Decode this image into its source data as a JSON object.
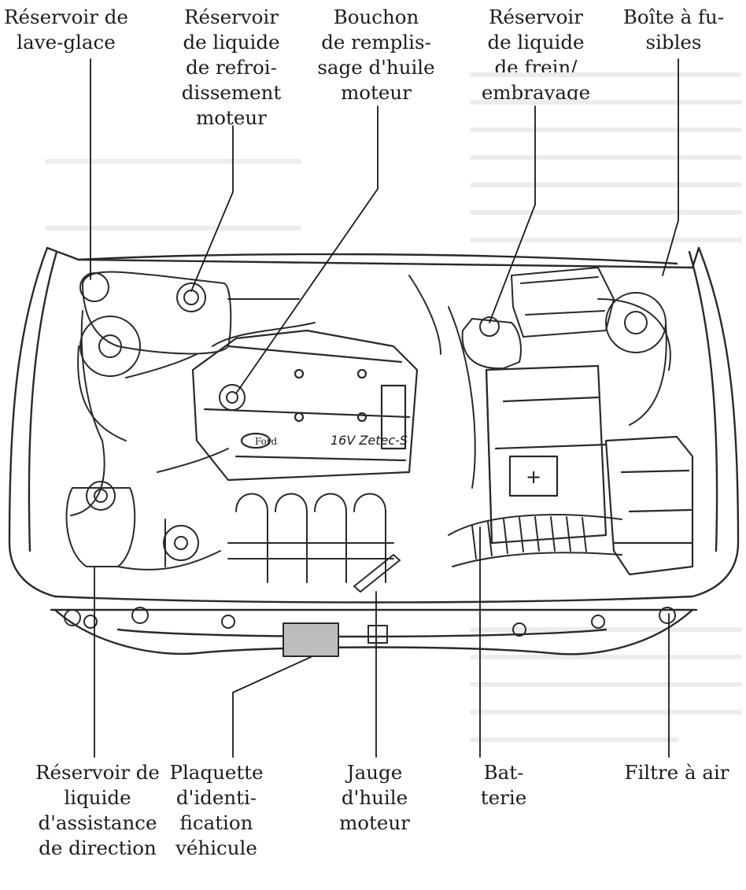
{
  "colors": {
    "ink": "#1c1c1c",
    "line": "#2a2a2a",
    "ghost_text": "#e6e6e6",
    "plate_fill": "#bdbdbd"
  },
  "labels": {
    "washer_reservoir": "Réservoir de\nlave-glace",
    "coolant_reservoir": "Réservoir\nde liquide\nde refroi-\ndissement\nmoteur",
    "oil_filler_cap": "Bouchon\nde remplis-\nsage d'huile\nmoteur",
    "brake_fluid_reservoir": "Réservoir\nde liquide\nde frein/\nembrayage",
    "fuse_box": "Boîte à fu-\nsibles",
    "power_steering_reservoir": "Réservoir de\nliquide\nd'assistance\nde direction",
    "vin_plate": "Plaquette\nd'identi-\nfication\nvéhicule",
    "oil_dipstick": "Jauge\nd'huile\nmoteur",
    "battery": "Bat-\nterie",
    "air_filter": "Filtre à air"
  },
  "engine_cover": {
    "brand": "Ford",
    "badge": "16V Zetec-S"
  },
  "battery_symbol": "+"
}
